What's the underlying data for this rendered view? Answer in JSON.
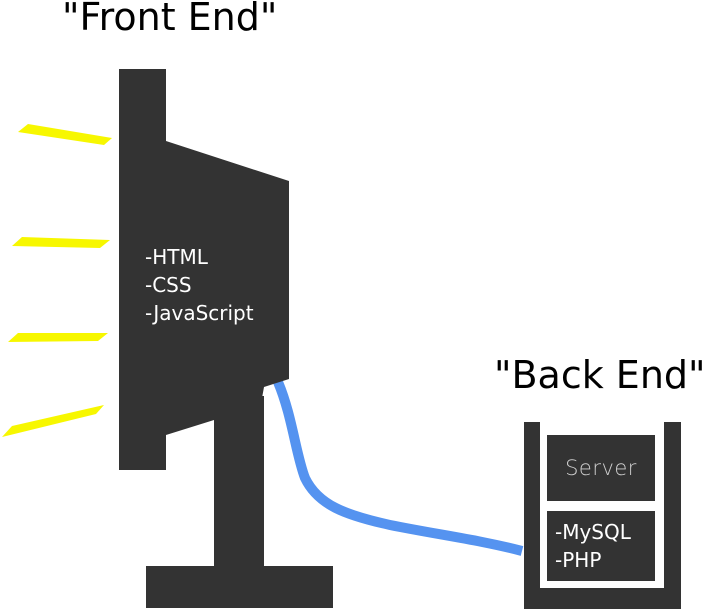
{
  "front_end": {
    "title": "\"Front End\"",
    "technologies": [
      "-HTML",
      "-CSS",
      "-JavaScript"
    ]
  },
  "back_end": {
    "title": "\"Back End\"",
    "server_label": "Server",
    "technologies": [
      "-MySQL",
      "-PHP"
    ]
  },
  "colors": {
    "device": "#333333",
    "cable": "#5593f0",
    "glow": "#f7f700",
    "text_on_dark": "#ffffff",
    "server_label": "#cfcfcf"
  }
}
